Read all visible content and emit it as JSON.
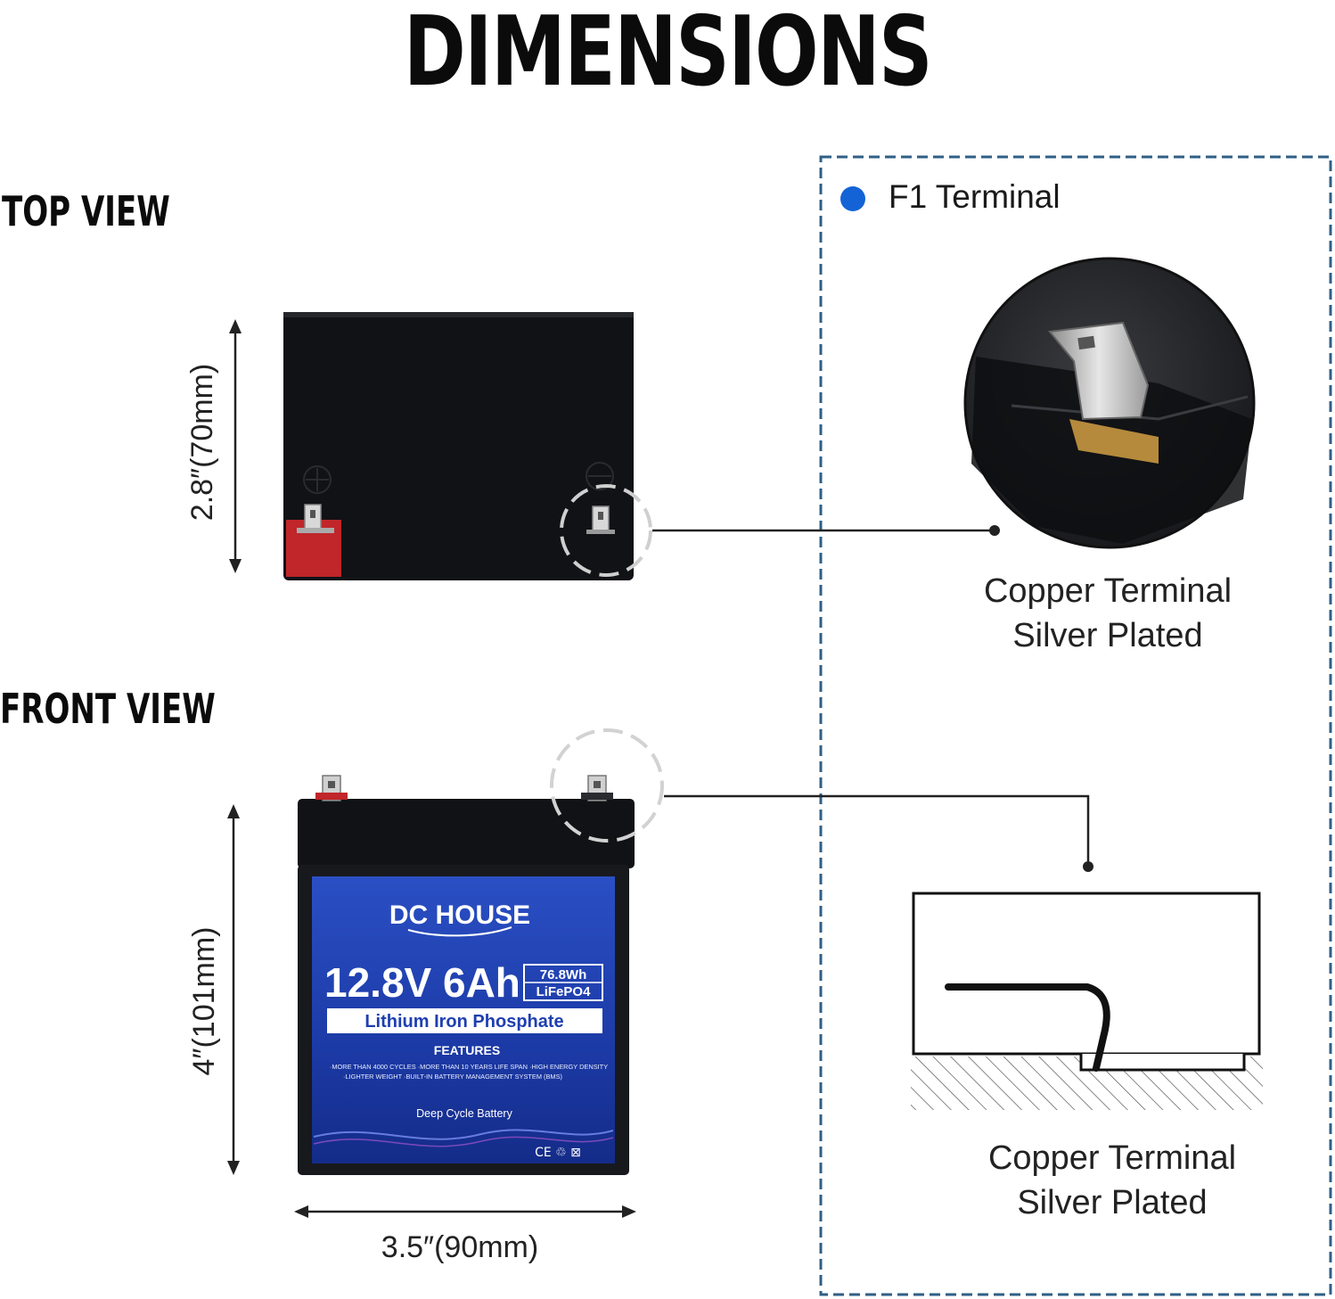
{
  "heading": "DIMENSIONS",
  "top_view": {
    "title": "TOP VIEW",
    "height_dim": "2.8″(70mm)"
  },
  "front_view": {
    "title": "FRONT VIEW",
    "height_dim": "4″(101mm)",
    "width_dim": "3.5″(90mm)"
  },
  "terminal_panel": {
    "legend": "F1 Terminal",
    "callout_top": [
      "Copper Terminal",
      "Silver Plated"
    ],
    "callout_bottom": [
      "Copper Terminal",
      "Silver Plated"
    ]
  },
  "battery_label": {
    "brand": "DC HOUSE",
    "voltage_capacity": "12.8V 6Ah",
    "energy": "76.8Wh",
    "chemistry": "LiFePO4",
    "type": "Lithium Iron Phosphate",
    "features_title": "FEATURES",
    "features_line1": "·MORE THAN 4000 CYCLES   ·MORE THAN 10 YEARS LIFE SPAN   ·HIGH ENERGY DENSITY",
    "features_line2": "·LIGHTER WEIGHT   ·BUILT-IN BATTERY MANAGEMENT SYSTEM  (BMS)",
    "subtitle": "Deep Cycle Battery",
    "certifications": "CE ♲ ⊠"
  },
  "colors": {
    "panel_border": "#2f5f86",
    "legend_dot": "#1463d6",
    "label_blue": "#1f3fb0",
    "battery_black": "#111216",
    "terminal_red": "#c0262a"
  },
  "icons": [
    "positive-symbol-icon",
    "negative-symbol-icon",
    "ground-hatch-icon"
  ]
}
